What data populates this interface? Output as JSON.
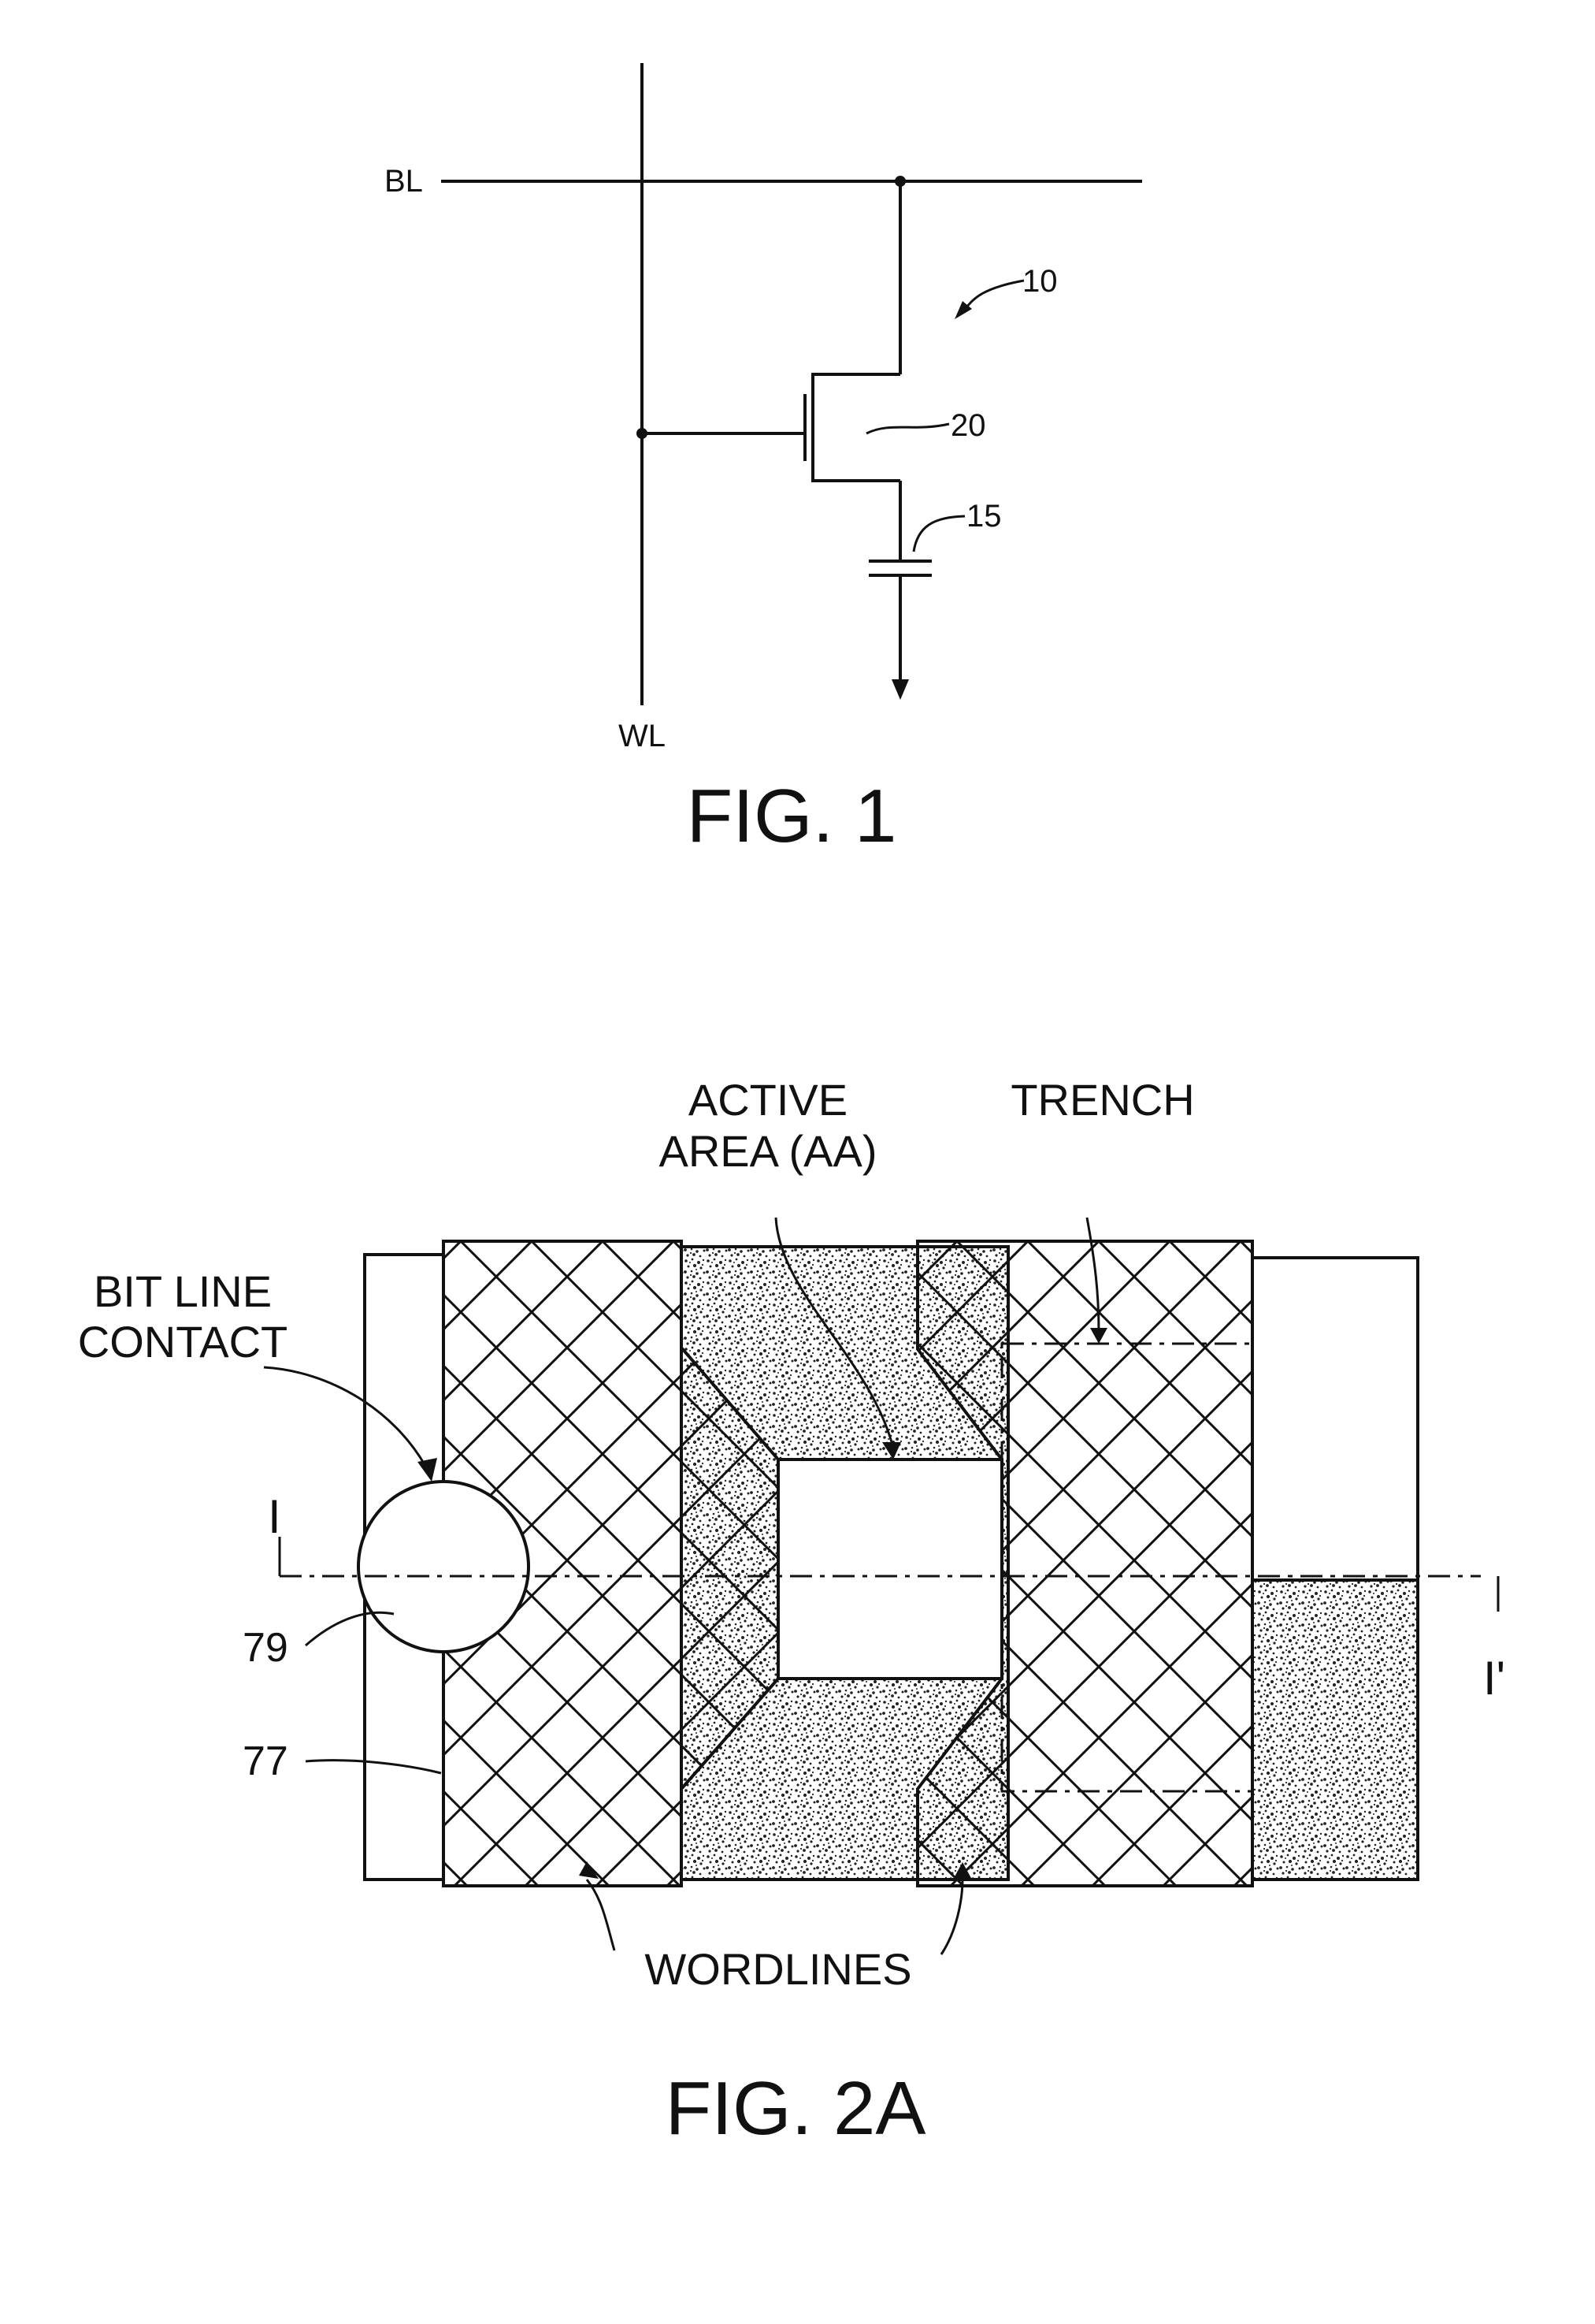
{
  "fig1": {
    "caption": "FIG. 1",
    "labels": {
      "bit_line": "BL",
      "word_line": "WL",
      "cell": "10",
      "transistor": "20",
      "capacitor": "15"
    }
  },
  "fig2a": {
    "caption": "FIG. 2A",
    "labels": {
      "active_area_line1": "ACTIVE",
      "active_area_line2": "AREA (AA)",
      "trench": "TRENCH",
      "bit_line_contact_line1": "BIT LINE",
      "bit_line_contact_line2": "CONTACT",
      "section_start": "I",
      "section_end": "I'",
      "ref_79": "79",
      "ref_77": "77",
      "wordlines": "WORDLINES"
    }
  }
}
